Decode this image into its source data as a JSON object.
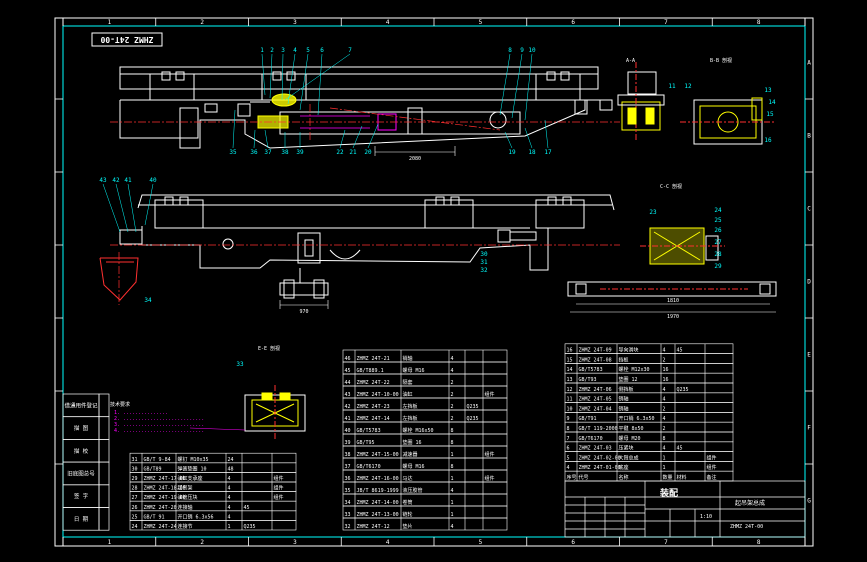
{
  "drawing": {
    "title_block_number": "ZHMZ 24T-00",
    "title_block_name": "装配",
    "drawing_name": "起吊架总成",
    "scale": "1:10",
    "sheet_code": "ZHMZ 24T-00"
  },
  "border": {
    "col_labels": [
      "1",
      "2",
      "3",
      "4",
      "5",
      "6",
      "7",
      "8"
    ],
    "row_labels": [
      "A",
      "B",
      "C",
      "D",
      "E",
      "F",
      "G"
    ]
  },
  "view_labels": {
    "section_aa": "A-A",
    "section_bb": "B-B 剖视",
    "section_cc": "C-C 剖视",
    "section_ee": "E-E 剖视"
  },
  "balloons_top": [
    "1",
    "2",
    "3",
    "4",
    "5",
    "6",
    "7",
    "8",
    "9",
    "10"
  ],
  "balloons_bottom": [
    "35",
    "36",
    "37",
    "38",
    "39",
    "22",
    "21",
    "20",
    "19",
    "18",
    "17"
  ],
  "balloons_left": [
    "43",
    "42",
    "41",
    "40"
  ],
  "balloons_right": [
    "11",
    "12",
    "13",
    "14",
    "15",
    "16",
    "23",
    "24",
    "25",
    "26",
    "27",
    "28",
    "29",
    "30",
    "31",
    "32",
    "33",
    "34"
  ],
  "dimensions": {
    "d1": "2080",
    "d2": "970",
    "d3": "1810",
    "d4": "1970"
  },
  "notes": {
    "heading": "技术要求",
    "lines": [
      "1. ...............",
      "2. ...........................",
      "3. ...........................",
      "4. ..........................."
    ]
  },
  "left_stamp": [
    "借通用件登记",
    "描 图",
    "描 校",
    "旧底图总号",
    "签 字",
    "日 期"
  ],
  "bom_left": [
    [
      "31",
      "GB/T 9-84",
      "螺钉 M10x35",
      "24",
      "",
      ""
    ],
    [
      "30",
      "GB/T89",
      "弹簧垫圈 10",
      "48",
      "",
      ""
    ],
    [
      "29",
      "ZHMZ 24T-17-00",
      "油缸支承座",
      "4",
      "",
      "组件"
    ],
    [
      "28",
      "ZHMZ 24T-18-00",
      "起吊架",
      "4",
      "",
      "组件"
    ],
    [
      "27",
      "ZHMZ 24T-19-00",
      "油管压块",
      "4",
      "",
      "组件"
    ],
    [
      "26",
      "ZHMZ 24T-20",
      "连接轴",
      "4",
      "45",
      ""
    ],
    [
      "25",
      "GB/T 91",
      "开口销 6.3x56",
      "4",
      "",
      ""
    ],
    [
      "24",
      "ZHMZ 24T-24",
      "连接节",
      "1",
      "Q235",
      ""
    ]
  ],
  "bom_mid": [
    [
      "46",
      "ZHMZ 24T-21",
      "销轴",
      "4",
      "",
      ""
    ],
    [
      "45",
      "GB/T889.1",
      "螺母 M16",
      "4",
      "",
      ""
    ],
    [
      "44",
      "ZHMZ 24T-22",
      "隔套",
      "2",
      "",
      ""
    ],
    [
      "43",
      "ZHMZ 24T-10-00",
      "油缸",
      "2",
      "",
      "组件"
    ],
    [
      "42",
      "ZHMZ 24T-23",
      "左挡板",
      "2",
      "Q235",
      ""
    ],
    [
      "41",
      "ZHMZ 24T-14",
      "左挡板",
      "2",
      "Q235",
      ""
    ],
    [
      "40",
      "GB/T5783",
      "螺栓 M16x50",
      "8",
      "",
      ""
    ],
    [
      "39",
      "GB/T95",
      "垫圈 16",
      "8",
      "",
      ""
    ],
    [
      "38",
      "ZHMZ 24T-15-00",
      "减速器",
      "1",
      "",
      "组件"
    ],
    [
      "37",
      "GB/T6170",
      "螺母 M16",
      "8",
      "",
      ""
    ],
    [
      "36",
      "ZHMZ 24T-16-00",
      "马达",
      "1",
      "",
      "组件"
    ],
    [
      "35",
      "JB/T 8619-1999",
      "液压胶管",
      "4",
      "",
      ""
    ],
    [
      "34",
      "ZHMZ 24T-14-00",
      "卷筒",
      "1",
      "",
      ""
    ],
    [
      "33",
      "ZHMZ 24T-13-00",
      "链轮",
      "1",
      "",
      ""
    ],
    [
      "32",
      "ZHMZ 24T-12",
      "垫片",
      "4",
      "",
      ""
    ]
  ],
  "bom_right": [
    [
      "16",
      "ZHMZ 24T-09",
      "导向滑块",
      "4",
      "45",
      ""
    ],
    [
      "15",
      "ZHMZ 24T-08",
      "挡板",
      "2",
      "",
      ""
    ],
    [
      "14",
      "GB/T5783",
      "螺栓 M12x30",
      "16",
      "",
      ""
    ],
    [
      "13",
      "GB/T93",
      "垫圈 12",
      "16",
      "",
      ""
    ],
    [
      "12",
      "ZHMZ 24T-06",
      "侧挡板",
      "4",
      "Q235",
      ""
    ],
    [
      "11",
      "ZHMZ 24T-05",
      "销轴",
      "4",
      "",
      ""
    ],
    [
      "10",
      "ZHMZ 24T-04",
      "销轴",
      "2",
      "",
      ""
    ],
    [
      "9",
      "GB/T91",
      "开口销 6.3x50",
      "4",
      "",
      ""
    ],
    [
      "8",
      "GB/T 119-2000",
      "平键 8x50",
      "2",
      "",
      ""
    ],
    [
      "7",
      "GB/T6170",
      "螺母 M20",
      "8",
      "",
      ""
    ],
    [
      "6",
      "ZHMZ 24T-03",
      "压紧块",
      "4",
      "45",
      ""
    ],
    [
      "5",
      "ZHMZ 24T-02-00",
      "大臂总成",
      "1",
      "",
      "组件"
    ],
    [
      "4",
      "ZHMZ 24T-01-00",
      "底座",
      "1",
      "",
      "组件"
    ]
  ],
  "bom_header": [
    "序号",
    "代号",
    "名称",
    "数量",
    "材料",
    "备注"
  ],
  "colors": {
    "outline": "#ffffff",
    "frame": "#00ffff",
    "centerline": "#ff3030",
    "highlight": "#ffff00",
    "purple": "#ff00ff",
    "green": "#00ff00",
    "bg": "#000000"
  }
}
